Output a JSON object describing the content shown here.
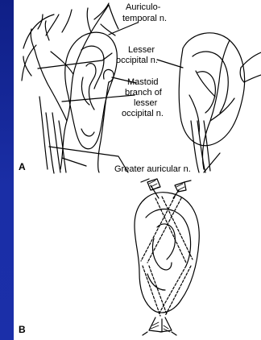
{
  "figure": {
    "panel_a": {
      "letter": "A",
      "labels": {
        "auriculotemporal_line1": "Auriculo-",
        "auriculotemporal_line2": "temporal n.",
        "lesser_occipital_line1": "Lesser",
        "lesser_occipital_line2": "occipital n.",
        "mastoid_line1": "Mastoid",
        "mastoid_line2": "branch of",
        "mastoid_line3": "lesser",
        "mastoid_line4": "occipital n.",
        "greater_auricular": "Greater auricular n."
      }
    },
    "panel_b": {
      "letter": "B"
    }
  },
  "colors": {
    "background": "#12248f",
    "figure": "#ffffff",
    "ink": "#000000"
  }
}
